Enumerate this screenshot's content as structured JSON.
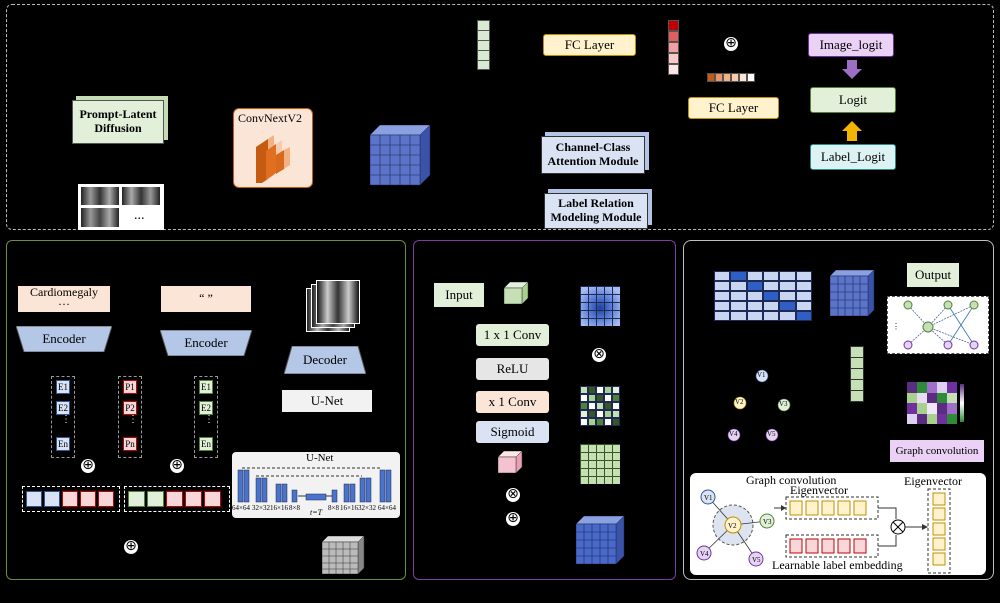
{
  "top": {
    "prompt_latent_diffusion": "Prompt-Latent Diffusion",
    "convnext": "ConvNextV2",
    "ellipsis": "...",
    "fc_layer_1": "FC Layer",
    "fc_layer_2": "FC Layer",
    "channel_class": "Channel-Class Attention Module",
    "label_relation": "Label Relation Modeling Module",
    "image_logit": "Image_logit",
    "logit": "Logit",
    "label_logit": "Label_Logit"
  },
  "left": {
    "cardiomegaly": "Cardiomegaly",
    "cardio_dots": "···",
    "quote": "“ ”",
    "encoder_1": "Encoder",
    "encoder_2": "Encoder",
    "decoder": "Decoder",
    "unet_box": "U-Net",
    "unet_title": "U-Net",
    "e_tokens": [
      "E1",
      "E2",
      "En"
    ],
    "p_tokens": [
      "P1",
      "P2",
      "Pn"
    ],
    "t_label": "t=T",
    "res_labels": [
      "64×64",
      "32×32",
      "16×16",
      "8×8",
      "8×8",
      "16×16",
      "32×32",
      "64×64"
    ]
  },
  "mid": {
    "input": "Input",
    "conv1": "1 x 1 Conv",
    "relu": "ReLU",
    "conv2": "x 1 Conv",
    "sigmoid": "Sigmoid"
  },
  "right": {
    "output": "Output",
    "graph_conv": "Graph convolution",
    "graph_conv_inner": "Graph convolution",
    "eigen_1": "Eigenvector",
    "eigen_2": "Eigenvector",
    "learnable": "Learnable label embedding",
    "nodes": [
      "V1",
      "V2",
      "V3",
      "V4",
      "V5"
    ]
  },
  "colors": {
    "green_panel": "#6b8e3a",
    "purple_panel": "#7a3fa0",
    "gray_panel": "#bfbfbf",
    "cube_blue": "#4a63b8",
    "fc_fill": "#fff2cc",
    "logit_fill": "#e2f0d9"
  }
}
